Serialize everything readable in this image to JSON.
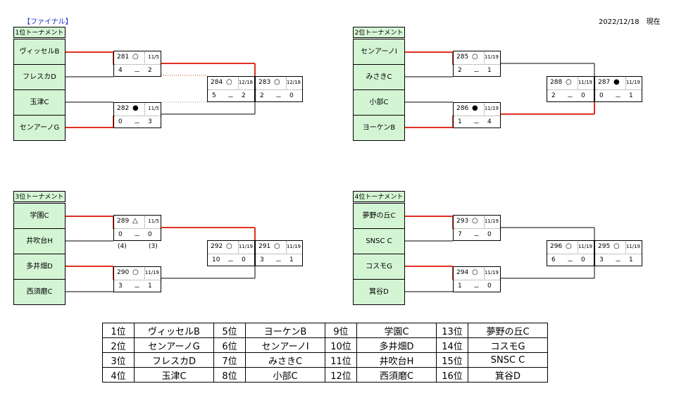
{
  "header": {
    "label": "【ファイナル】",
    "date": "2022/12/18　現在"
  },
  "brackets": [
    {
      "title": "1位トーナメント",
      "teams": [
        "ヴィッセルB",
        "フレスカD",
        "玉津C",
        "センアーノG"
      ],
      "m1": {
        "no": "281",
        "mark": "○",
        "date": "11/5",
        "s1": "4",
        "dash": "－",
        "s2": "2"
      },
      "m2": {
        "no": "282",
        "mark": "●",
        "date": "11/5",
        "s1": "0",
        "dash": "－",
        "s2": "3"
      },
      "m3": {
        "no": "284",
        "mark": "○",
        "date": "12/18",
        "s1": "5",
        "dash": "－",
        "s2": "2"
      },
      "m4": {
        "no": "283",
        "mark": "○",
        "date": "12/18",
        "s1": "2",
        "dash": "－",
        "s2": "0"
      }
    },
    {
      "title": "2位トーナメント",
      "teams": [
        "センアーノI",
        "みさきC",
        "小部C",
        "ヨーケンB"
      ],
      "m1": {
        "no": "285",
        "mark": "○",
        "date": "11/19",
        "s1": "2",
        "dash": "－",
        "s2": "1"
      },
      "m2": {
        "no": "286",
        "mark": "●",
        "date": "11/19",
        "s1": "1",
        "dash": "－",
        "s2": "4"
      },
      "m3": {
        "no": "288",
        "mark": "○",
        "date": "11/19",
        "s1": "2",
        "dash": "－",
        "s2": "0"
      },
      "m4": {
        "no": "287",
        "mark": "●",
        "date": "11/19",
        "s1": "0",
        "dash": "－",
        "s2": "1"
      }
    },
    {
      "title": "3位トーナメント",
      "teams": [
        "学園C",
        "井吹台H",
        "多井畑D",
        "西須磨C"
      ],
      "m1": {
        "no": "289",
        "mark": "△",
        "date": "11/5",
        "s1": "0",
        "dash": "－",
        "s2": "0"
      },
      "m2": {
        "no": "290",
        "mark": "○",
        "date": "11/19",
        "s1": "3",
        "dash": "－",
        "s2": "1"
      },
      "m3": {
        "no": "292",
        "mark": "○",
        "date": "11/19",
        "s1": "10",
        "dash": "－",
        "s2": "0"
      },
      "m4": {
        "no": "291",
        "mark": "○",
        "date": "11/19",
        "s1": "3",
        "dash": "－",
        "s2": "1"
      },
      "pk1": "(4)",
      "pk2": "(3)"
    },
    {
      "title": "4位トーナメント",
      "teams": [
        "夢野の丘C",
        "SNSC C",
        "コスモG",
        "箕谷D"
      ],
      "m1": {
        "no": "293",
        "mark": "○",
        "date": "11/19",
        "s1": "7",
        "dash": "－",
        "s2": "0"
      },
      "m2": {
        "no": "294",
        "mark": "○",
        "date": "11/19",
        "s1": "1",
        "dash": "－",
        "s2": "0"
      },
      "m3": {
        "no": "296",
        "mark": "○",
        "date": "11/19",
        "s1": "6",
        "dash": "－",
        "s2": "0"
      },
      "m4": {
        "no": "295",
        "mark": "○",
        "date": "11/19",
        "s1": "3",
        "dash": "－",
        "s2": "1"
      }
    }
  ],
  "results": [
    [
      "1位",
      "ヴィッセルB",
      "5位",
      "ヨーケンB",
      "9位",
      "学園C",
      "13位",
      "夢野の丘C"
    ],
    [
      "2位",
      "センアーノG",
      "6位",
      "センアーノI",
      "10位",
      "多井畑D",
      "14位",
      "コスモG"
    ],
    [
      "3位",
      "フレスカD",
      "7位",
      "みさきC",
      "11位",
      "井吹台H",
      "15位",
      "SNSC C"
    ],
    [
      "4位",
      "玉津C",
      "8位",
      "小部C",
      "12位",
      "西須磨C",
      "16位",
      "箕谷D"
    ]
  ],
  "colors": {
    "team_bg": "#d4f5d4",
    "win_line": "#e03020",
    "label": "#2233cc"
  }
}
